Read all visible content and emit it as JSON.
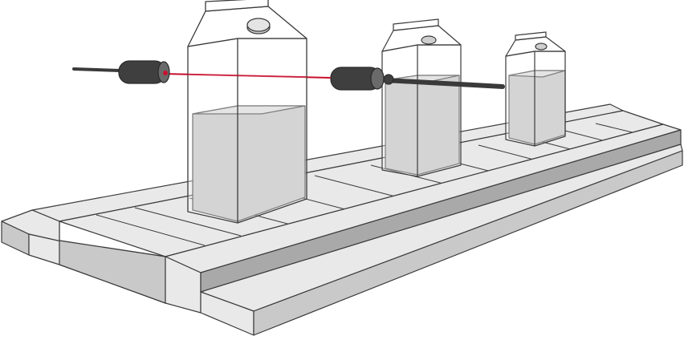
{
  "scene": {
    "kind": "illustration",
    "objects": [
      "conveyor",
      "carton-1",
      "carton-2",
      "carton-3",
      "sensor-emitter",
      "sensor-receiver",
      "laser-beam"
    ]
  },
  "colors": {
    "background": "#ffffff",
    "outline": "#3a3a3a",
    "conveyor_top": "#e9e9e9",
    "conveyor_side": "#c9c9c9",
    "conveyor_shadow": "#a9a9a9",
    "liquid": "#bdbdbd",
    "liquid_top": "#d6d6d6",
    "carton_glass": "#ffffff",
    "sensor_body": "#3f3f3f",
    "sensor_highlight": "#6a6a6a",
    "laser": "#c8102e"
  }
}
